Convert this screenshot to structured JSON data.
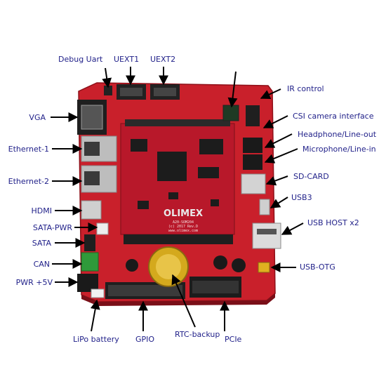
{
  "board": {
    "brand": "OLIMEX",
    "model": "A20-SOM204",
    "copyright": "(c) 2017 Rev.D",
    "url": "www.olimex.com"
  },
  "labels": {
    "debug_uart": "Debug Uart",
    "uext1": "UEXT1",
    "uext2": "UEXT2",
    "ir_control": "IR control",
    "csi_camera": "CSI camera interface",
    "headphone": "Headphone/Line-out",
    "microphone": "Microphone/Line-in",
    "sd_card": "SD-CARD",
    "usb3": "USB3",
    "usb_host": "USB HOST x2",
    "usb_otg": "USB-OTG",
    "vga": "VGA",
    "ethernet1": "Ethernet-1",
    "ethernet2": "Ethernet-2",
    "hdmi": "HDMI",
    "sata_pwr": "SATA-PWR",
    "sata": "SATA",
    "can": "CAN",
    "pwr": "PWR +5V",
    "lipo": "LiPo battery",
    "gpio": "GPIO",
    "rtc": "RTC-backup",
    "pcie": "PCIe"
  },
  "colors": {
    "pcb": "#c9202b",
    "pcb_dark": "#9a1520",
    "label": "#22228a",
    "arrow": "#000000",
    "chip": "#1c1c1c",
    "metal": "#c8c8c8",
    "gold": "#e0b020",
    "connector": "#222222",
    "terminal": "#2f9a3a"
  }
}
